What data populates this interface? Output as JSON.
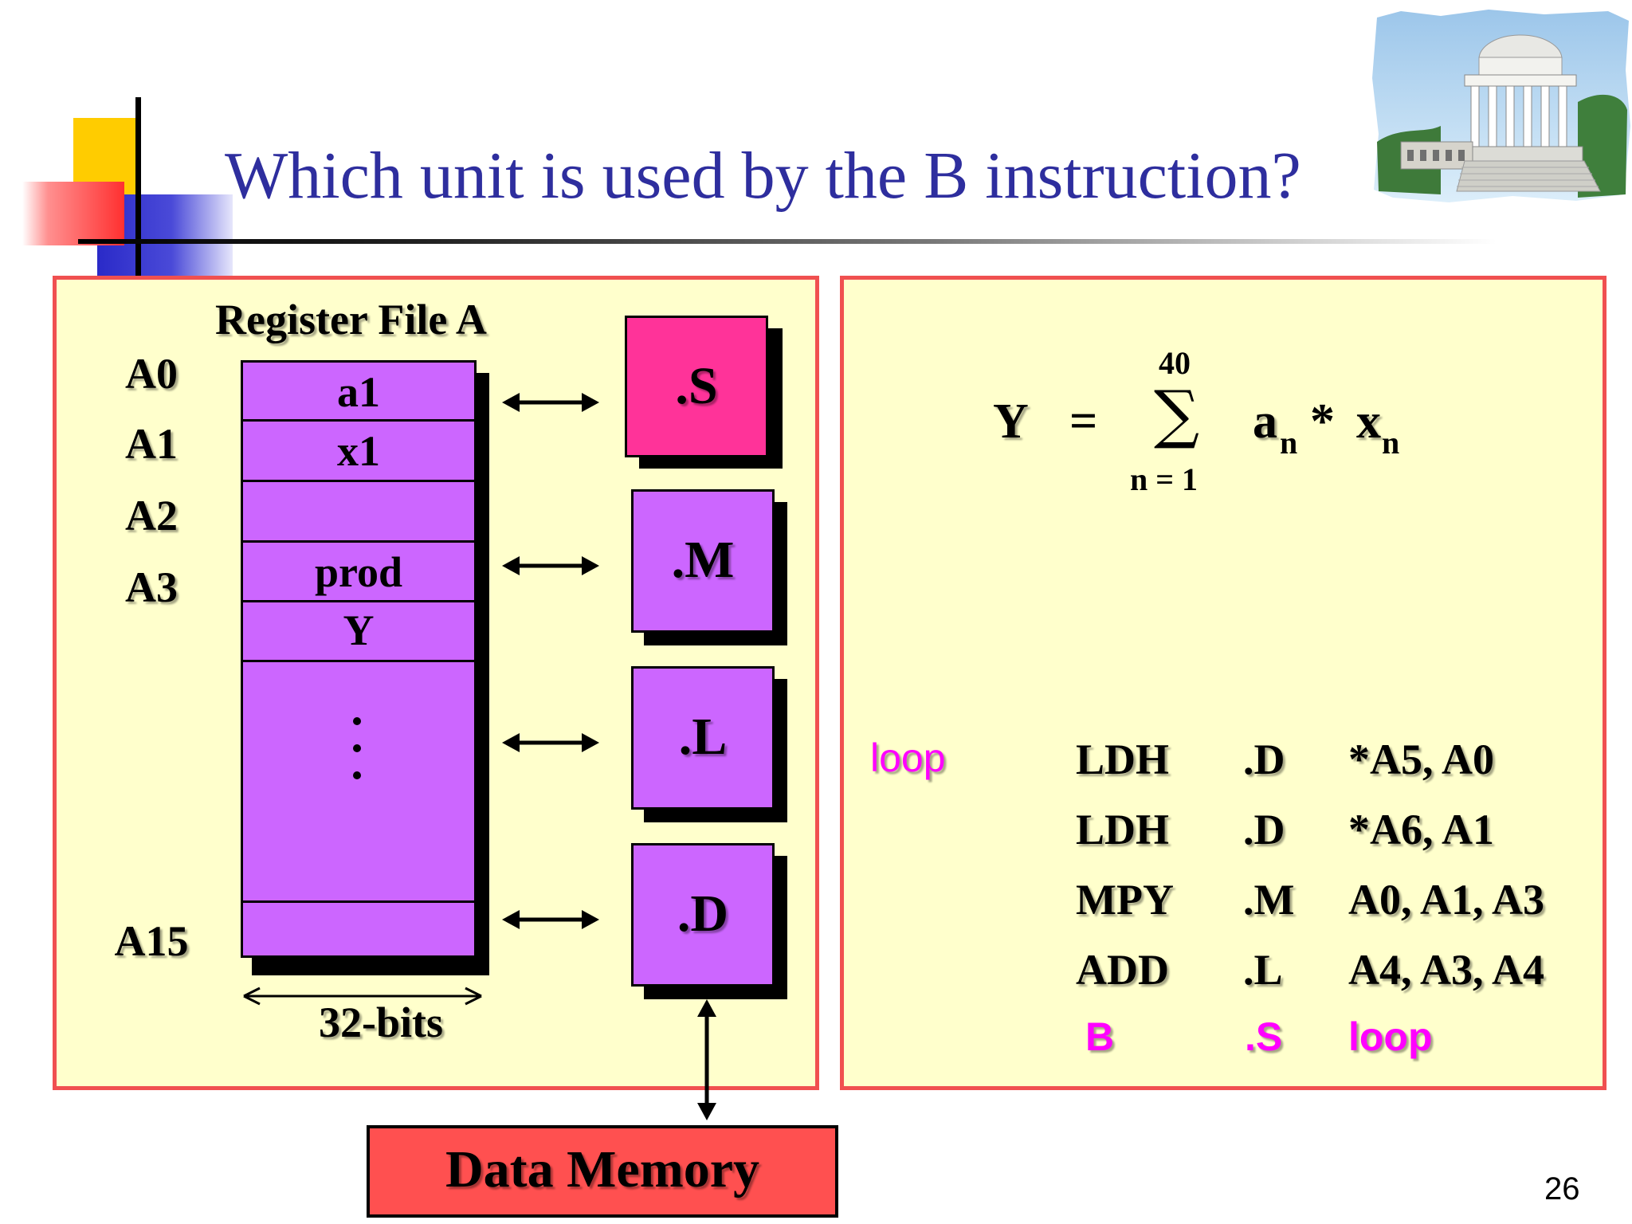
{
  "slide": {
    "title": "Which unit is used by the B instruction?",
    "page_number": "26"
  },
  "register_file": {
    "title": "Register File A",
    "labels": [
      "A0",
      "A1",
      "A2",
      "A3",
      "A15"
    ],
    "rows": [
      "a1",
      "x1",
      "",
      "prod",
      "Y",
      "",
      ""
    ],
    "width_label": "32-bits"
  },
  "units": [
    ".S",
    ".M",
    ".L",
    ".D"
  ],
  "memory": {
    "label": "Data Memory"
  },
  "equation": {
    "lhs": "Y",
    "equals": "=",
    "sigma": "∑",
    "upper": "40",
    "lower": "n = 1",
    "term_a": "a",
    "sub_a": "n",
    "times": "*",
    "term_x": "x",
    "sub_x": "n"
  },
  "code": {
    "label": "loop",
    "lines": [
      {
        "op": "LDH",
        "unit": ".D",
        "args": "*A5, A0"
      },
      {
        "op": "LDH",
        "unit": ".D",
        "args": "*A6, A1"
      },
      {
        "op": "MPY",
        "unit": ".M",
        "args": "A0, A1, A3"
      },
      {
        "op": "ADD",
        "unit": ".L",
        "args": "A4, A3, A4"
      },
      {
        "op": "B",
        "unit": ".S",
        "args": "loop"
      }
    ]
  },
  "colors": {
    "title": "#2e2e9e",
    "panel_bg": "#ffffcc",
    "panel_border": "#f05050",
    "register": "#cc66ff",
    "unit_s": "#ff3399",
    "highlight_text": "#ff00ff",
    "memory": "#ff5050"
  }
}
